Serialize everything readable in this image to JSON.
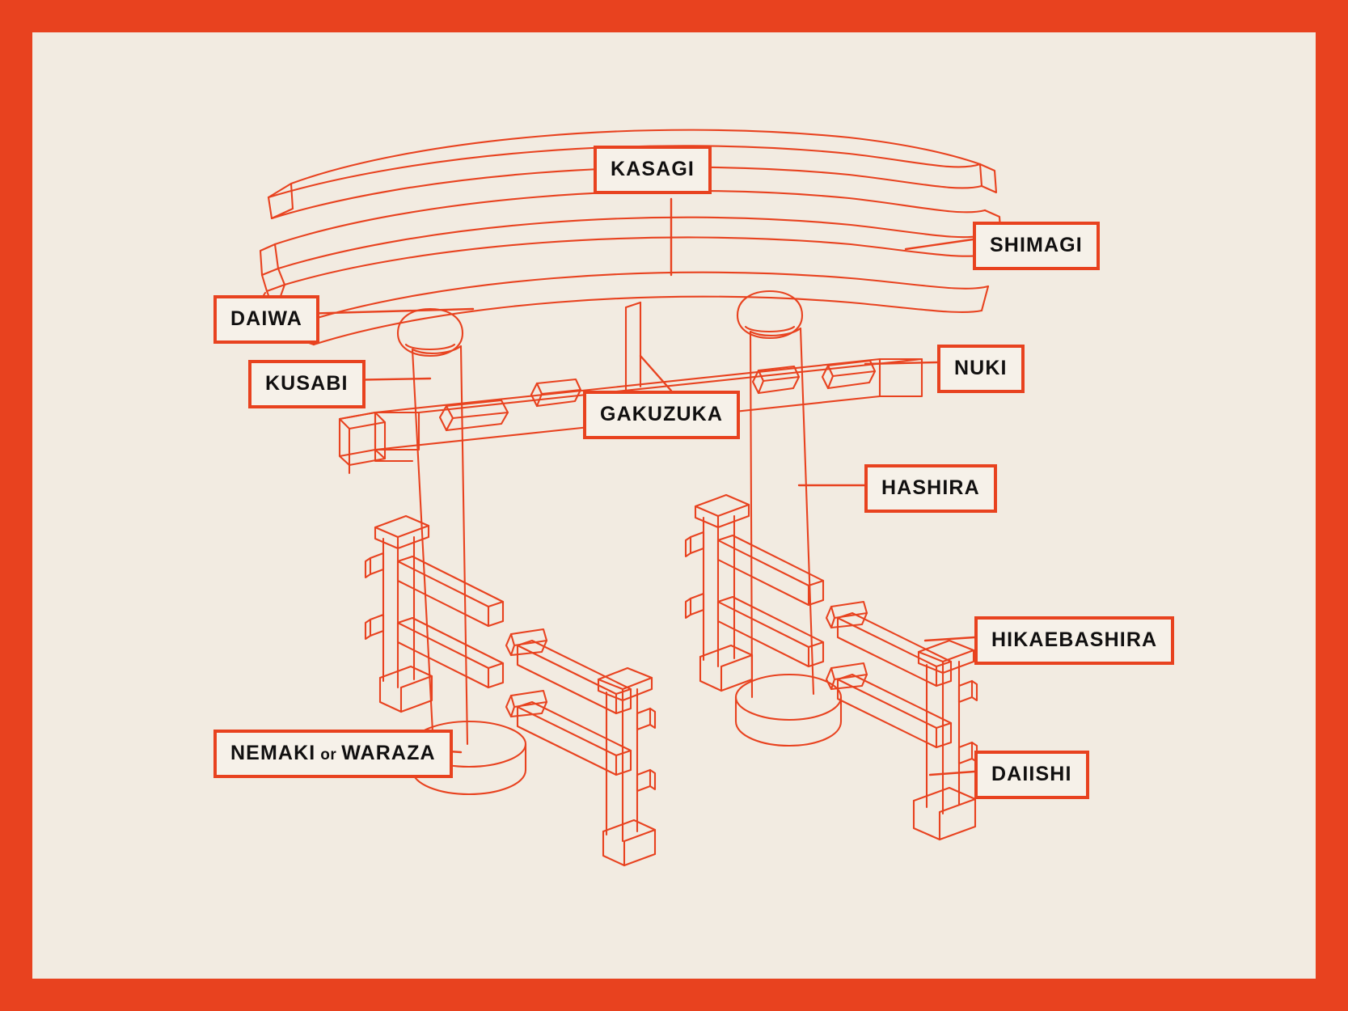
{
  "page": {
    "type": "labeled-diagram",
    "subject": "Japanese torii gate anatomy",
    "border_color": "#e8421f",
    "background_color": "#f2ebe1",
    "line_color": "#e8421f",
    "label_text_color": "#111010",
    "label_fill_color": "#f6f1e9"
  },
  "labels": [
    {
      "id": "kasagi",
      "text": "KASAGI"
    },
    {
      "id": "shimagi",
      "text": "SHIMAGI"
    },
    {
      "id": "daiwa",
      "text": "DAIWA"
    },
    {
      "id": "kusabi",
      "text": "KUSABI"
    },
    {
      "id": "nuki",
      "text": "NUKI"
    },
    {
      "id": "gakuzuka",
      "text": "GAKUZUKA"
    },
    {
      "id": "hashira",
      "text": "HASHIRA"
    },
    {
      "id": "hikaebashira",
      "text": "HIKAEBASHIRA"
    },
    {
      "id": "nemaki",
      "text_main": "NEMAKI",
      "text_conj": "or",
      "text_alt": "WARAZA"
    },
    {
      "id": "daiishi",
      "text": "DAIISHI"
    }
  ]
}
